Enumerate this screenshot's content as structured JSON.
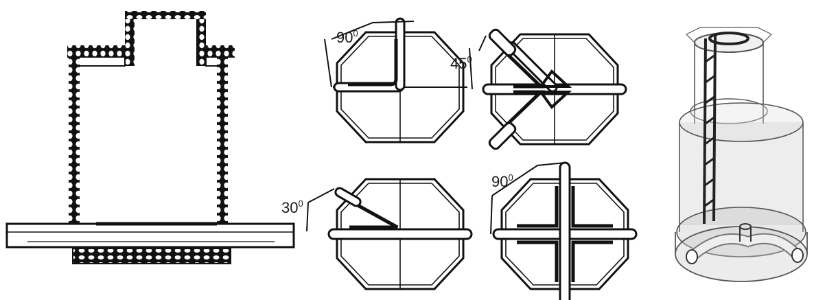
{
  "diagrams": {
    "section": {
      "label": ""
    },
    "junctions": [
      {
        "angle_label": "90",
        "degree_symbol": "0"
      },
      {
        "angle_label": "45",
        "degree_symbol": "0"
      },
      {
        "angle_label": "30",
        "degree_symbol": "0"
      },
      {
        "angle_label": "90",
        "degree_symbol": "0"
      }
    ],
    "render_3d": {
      "label": ""
    }
  },
  "colors": {
    "ink": "#111111",
    "ghost": "#8a8a8a",
    "paper": "#ffffff"
  }
}
